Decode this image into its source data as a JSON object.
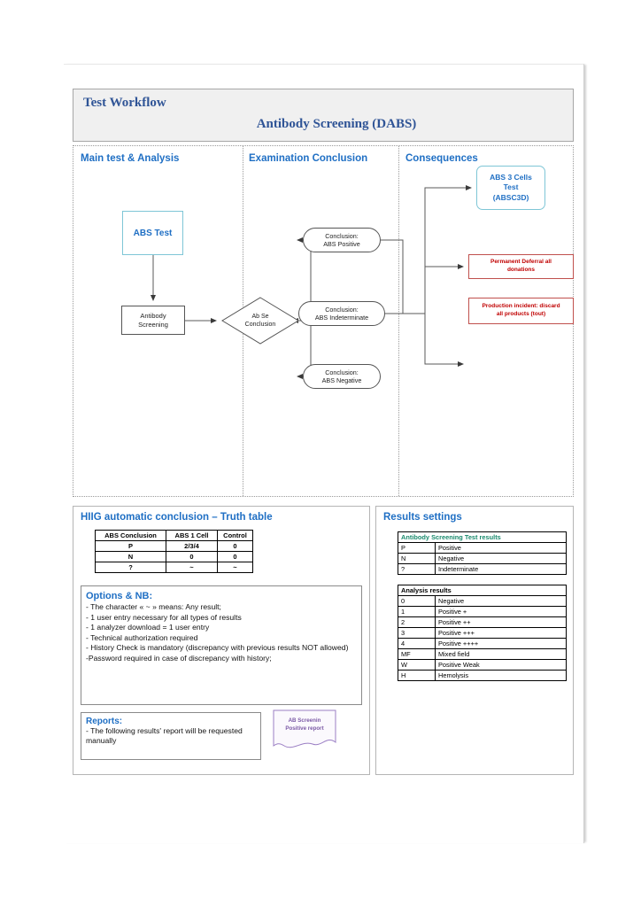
{
  "header": {
    "title": "Test Workflow",
    "subtitle": "Antibody Screening (DABS)"
  },
  "flow": {
    "columns": [
      {
        "label": "Main test & Analysis"
      },
      {
        "label": "Examination Conclusion"
      },
      {
        "label": "Consequences"
      }
    ],
    "nodes": {
      "abs_test": "ABS Test",
      "antibody_screening": "Antibody\nScreening",
      "decision": "Ab Se\nConclusion",
      "conclusion_positive": "Conclusion:\nABS Positive",
      "conclusion_indeterminate": "Conclusion:\nABS Indeterminate",
      "conclusion_negative": "Conclusion:\nABS Negative",
      "abs3cells": "ABS 3 Cells\nTest\n(ABSC3D)",
      "permanent_deferral": "Permanent Deferral all\ndonations",
      "production_incident": "Production incident: discard\nall products (tout)"
    }
  },
  "truth_panel": {
    "title": "HIIG automatic conclusion – Truth table",
    "table": {
      "headers": [
        "ABS Conclusion",
        "ABS 1 Cell",
        "Control"
      ],
      "rows": [
        [
          "P",
          "2/3/4",
          "0"
        ],
        [
          "N",
          "0",
          "0"
        ],
        [
          "?",
          "~",
          "~"
        ]
      ]
    },
    "options": {
      "title": "Options & NB:",
      "lines": [
        "- The character « ~ » means: Any result;",
        "- 1 user entry necessary for all types of results",
        "- 1 analyzer download = 1 user entry",
        "- Technical authorization required",
        "- History Check is mandatory (discrepancy with previous results NOT allowed)",
        "-Password required in case of discrepancy with history;"
      ]
    },
    "reports": {
      "title": "Reports:",
      "line": "- The following results' report will be requested manually",
      "doc_label_line1": "AB  Screenin",
      "doc_label_line2": "Positive report"
    }
  },
  "results_panel": {
    "title": "Results settings",
    "abs_results": {
      "header": "Antibody Screening Test results",
      "rows": [
        [
          "P",
          "Positive"
        ],
        [
          "N",
          "Negative"
        ],
        [
          "?",
          "Indeterminate"
        ]
      ]
    },
    "analysis_results": {
      "header": "Analysis results",
      "rows": [
        [
          "0",
          "Negative"
        ],
        [
          "1",
          "Positive +"
        ],
        [
          "2",
          "Positive ++"
        ],
        [
          "3",
          "Positive +++"
        ],
        [
          "4",
          "Positive ++++"
        ],
        [
          "MF",
          "Mixed field"
        ],
        [
          "W",
          "Positive Weak"
        ],
        [
          "H",
          "Hemolysis"
        ]
      ]
    }
  },
  "colors": {
    "accent_blue": "#1f6fc4",
    "header_blue": "#2f5496",
    "danger_red": "#c00000",
    "teal": "#1a8a6d",
    "purple": "#7b5aa6"
  }
}
